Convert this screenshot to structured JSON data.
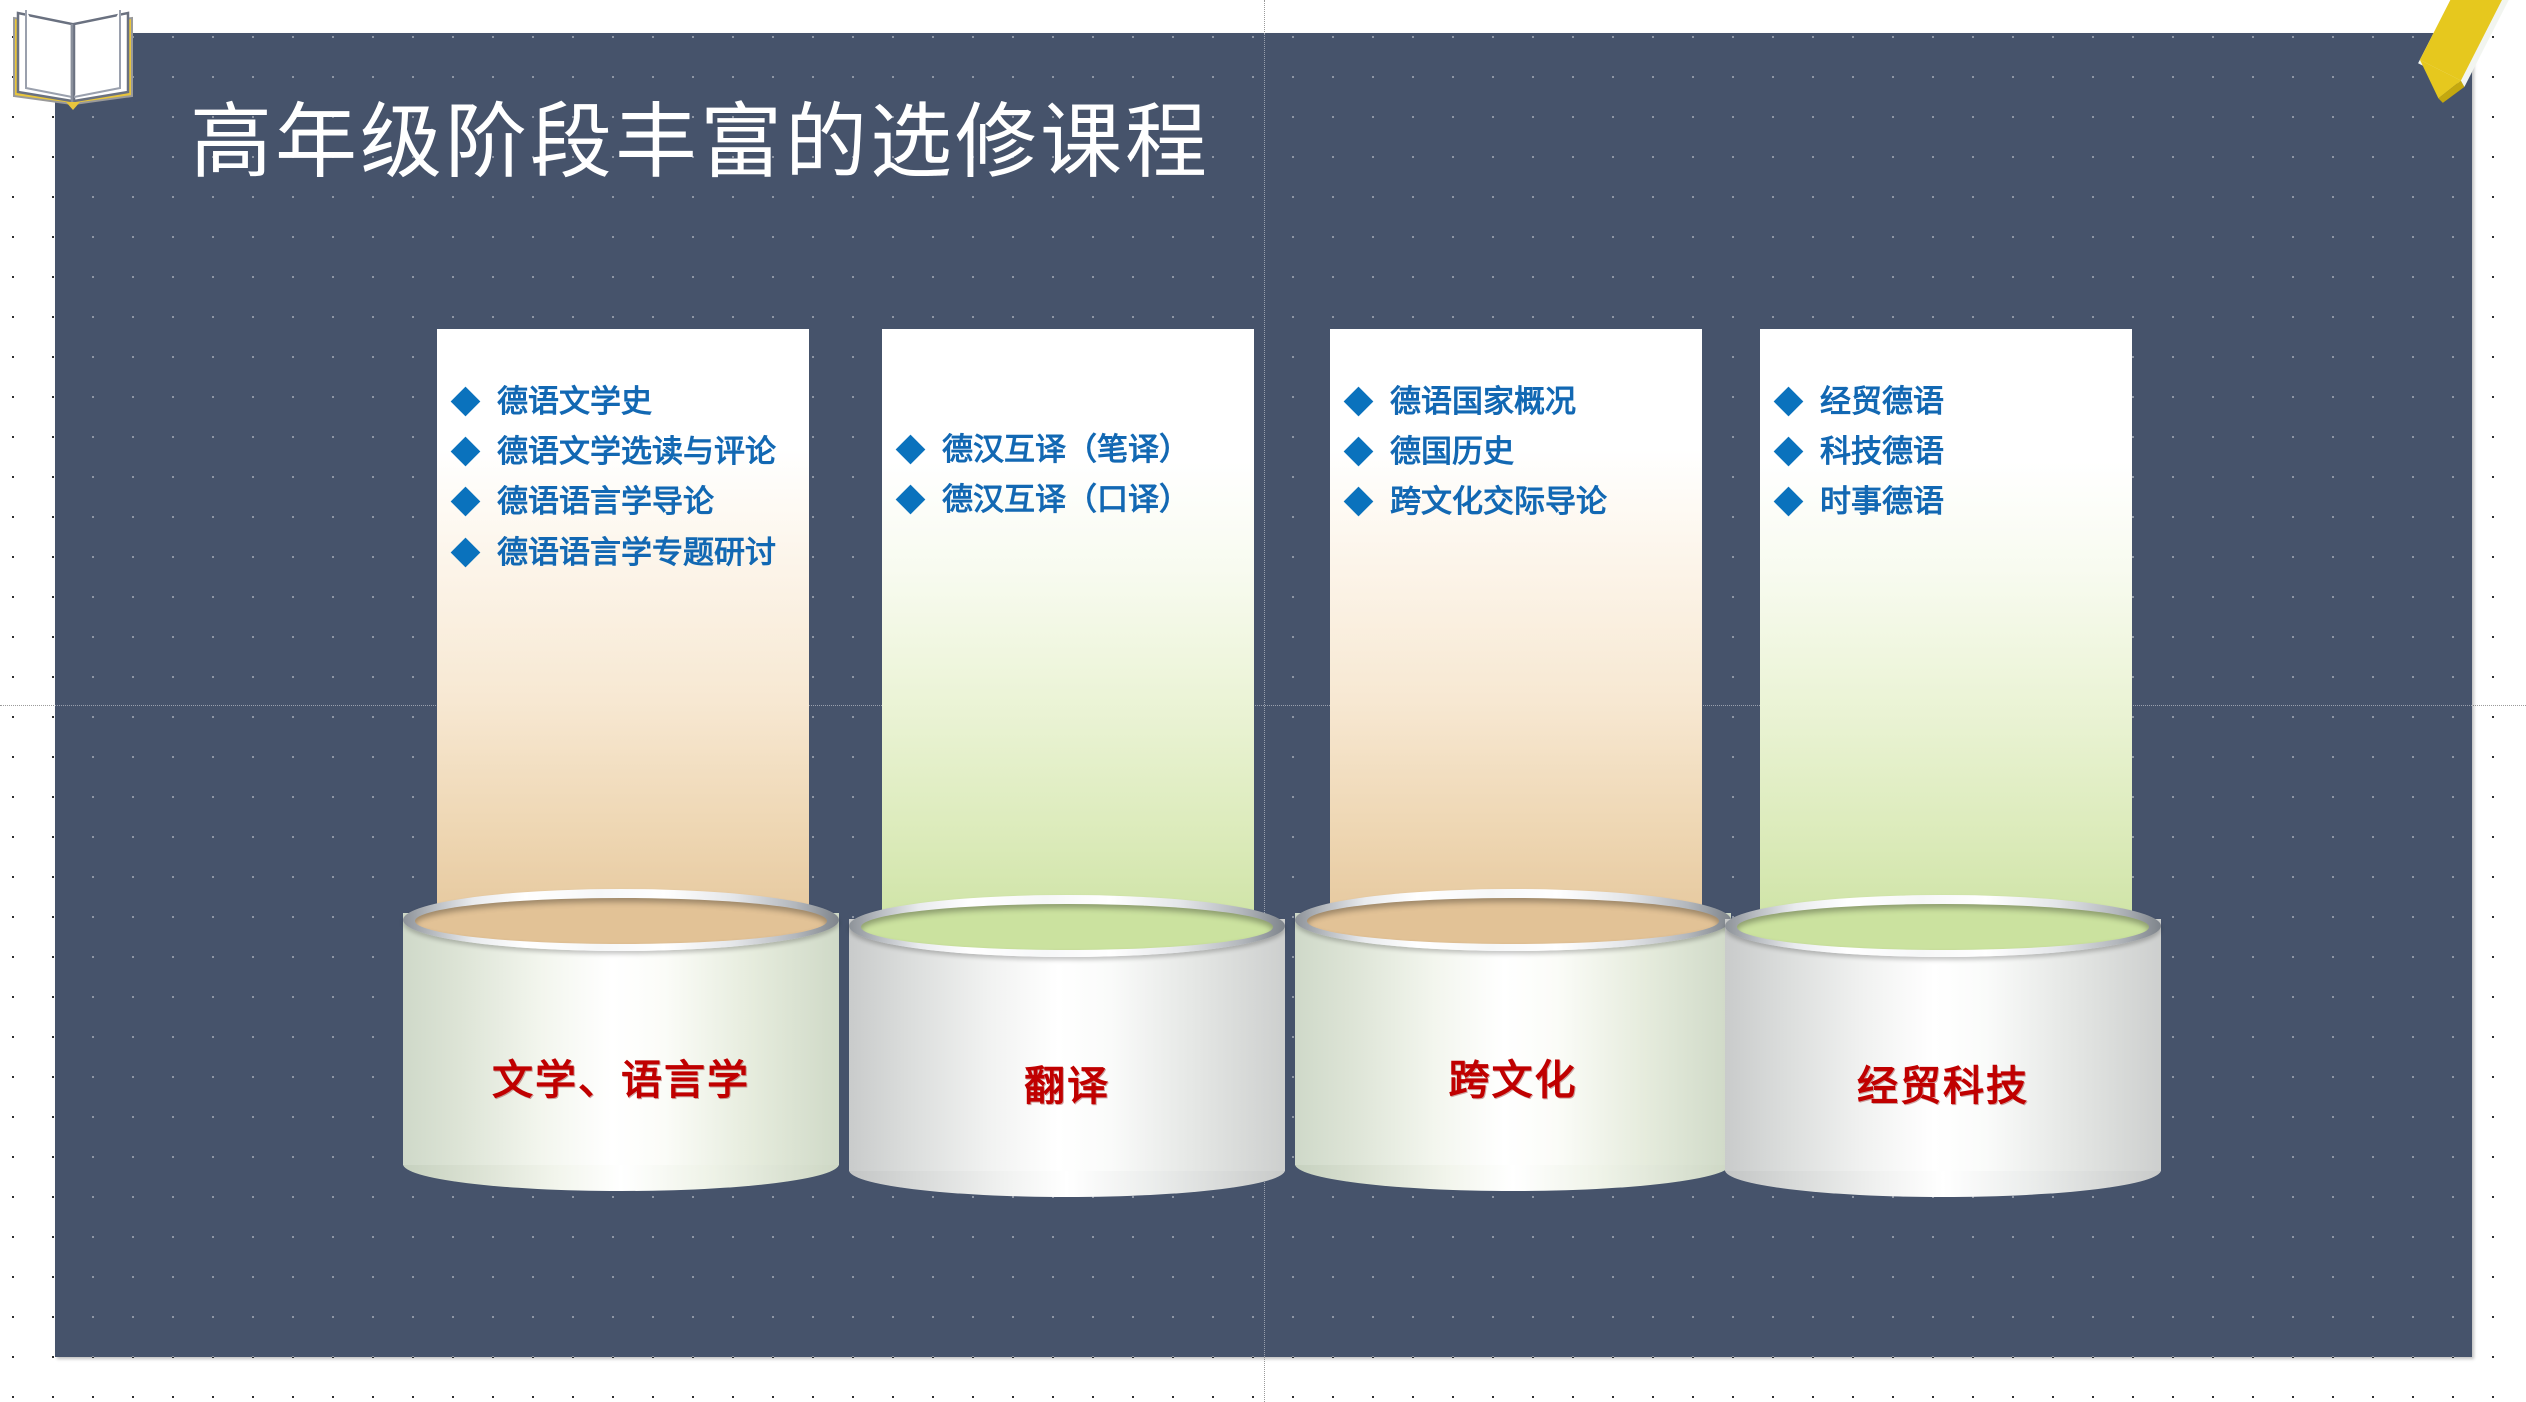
{
  "slide": {
    "title": "高年级阶段丰富的选修课程",
    "background_color": "#46536b",
    "title_color": "#ffffff"
  },
  "decorations": {
    "book_icon": "open-book-icon",
    "pencil_icon": "pencil-icon",
    "book_accent_color": "#e8c53c",
    "pencil_color": "#e6c81e"
  },
  "theme": {
    "bullet_text_color": "#1268b3",
    "bullet_marker_color": "#0a72bd",
    "cylinder_label_color": "#c00000",
    "panel_tan_bottom": "#e5c79c",
    "panel_green_bottom": "#cee3a5"
  },
  "columns": [
    {
      "id": "literature-linguistics",
      "label": "文学、语言学",
      "panel_tint": "tan",
      "cylinder_tint": "greenish",
      "items": [
        "德语文学史",
        "德语文学选读与评论",
        "德语语言学导论",
        "德语语言学专题研讨"
      ]
    },
    {
      "id": "translation",
      "label": "翻译",
      "panel_tint": "green",
      "cylinder_tint": "grayish",
      "items": [
        "德汉互译（笔译）",
        "德汉互译（口译）"
      ]
    },
    {
      "id": "intercultural",
      "label": "跨文化",
      "panel_tint": "tan",
      "cylinder_tint": "greenish",
      "items": [
        "德语国家概况",
        "德国历史",
        "跨文化交际导论"
      ]
    },
    {
      "id": "business-technology",
      "label": "经贸科技",
      "panel_tint": "green",
      "cylinder_tint": "grayish",
      "items": [
        "经贸德语",
        "科技德语",
        "时事德语"
      ]
    }
  ]
}
